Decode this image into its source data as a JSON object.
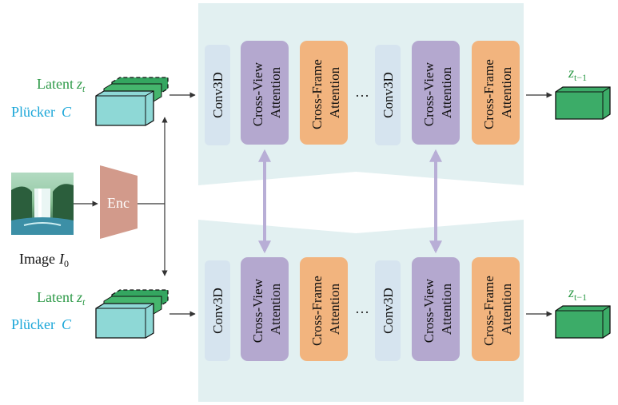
{
  "colors": {
    "panel": "#e2f0f1",
    "conv": "#d6e4ef",
    "cross_view": "#b4a8cf",
    "cross_frame": "#f2b47e",
    "encoder": "#d29a8b",
    "latent_green": "#34a660",
    "plucker_cyan": "#8ed8d6",
    "output_green": "#3cac68",
    "bridge_arrow": "#b8aed6",
    "label_green": "#2e9a48",
    "label_cyan": "#1aa6d8",
    "arrow": "#333333"
  },
  "labels": {
    "latent": "Latent",
    "latent_var": "z",
    "latent_sub": "t",
    "plucker": "Plücker",
    "plucker_var": "C",
    "image": "Image",
    "image_var": "I",
    "image_sub": "0",
    "encoder": "Enc",
    "output_var": "z",
    "output_sub": "t−1",
    "ellipsis": "…"
  },
  "blocks": {
    "conv3d": "Conv3D",
    "cross_view_line1": "Cross-View",
    "cross_view_line2": "Attention",
    "cross_frame_line1": "Cross-Frame",
    "cross_frame_line2": "Attention"
  },
  "icons": {
    "input_image": "waterfall-photo-icon"
  }
}
